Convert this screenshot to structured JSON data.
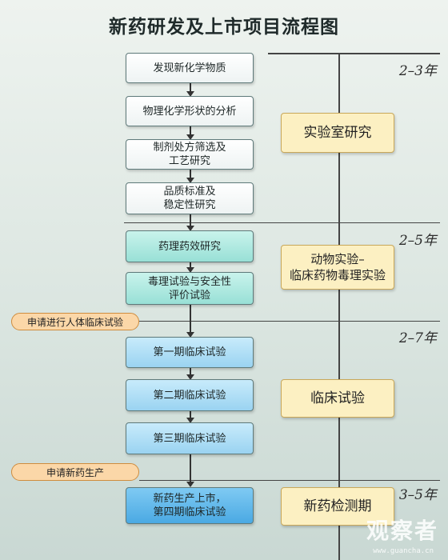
{
  "title": "新药研发及上市项目流程图",
  "steps": [
    {
      "label": "发现新化学物质"
    },
    {
      "label": "物理化学形状的分析"
    },
    {
      "label": "制剂处方筛选及\n工艺研究"
    },
    {
      "label": "品质标准及\n稳定性研究"
    },
    {
      "label": "药理药效研究"
    },
    {
      "label": "毒理试验与安全性\n评价试验"
    },
    {
      "label": "第一期临床试验"
    },
    {
      "label": "第二期临床试验"
    },
    {
      "label": "第三期临床试验"
    },
    {
      "label": "新药生产上市，\n第四期临床试验"
    }
  ],
  "phases": [
    {
      "label": "实验室研究",
      "duration": "2–3年"
    },
    {
      "label": "动物实验–\n临床药物毒理实验",
      "duration": "2–5年"
    },
    {
      "label": "临床试验",
      "duration": "2–7年"
    },
    {
      "label": "新药检测期",
      "duration": "3–5年"
    }
  ],
  "applications": [
    {
      "label": "申请进行人体临床试验"
    },
    {
      "label": "申请新药生产"
    }
  ],
  "watermark": {
    "text": "观察者",
    "url": "www.guancha.cn"
  },
  "colors": {
    "step_white": "#ffffff",
    "step_cyan": "#98e0d6",
    "step_blue": "#9ad3f1",
    "step_final": "#4aa9e3",
    "phase_box": "#fcf0c2",
    "application_pill": "#fbd7a8",
    "lines": "#444444"
  }
}
